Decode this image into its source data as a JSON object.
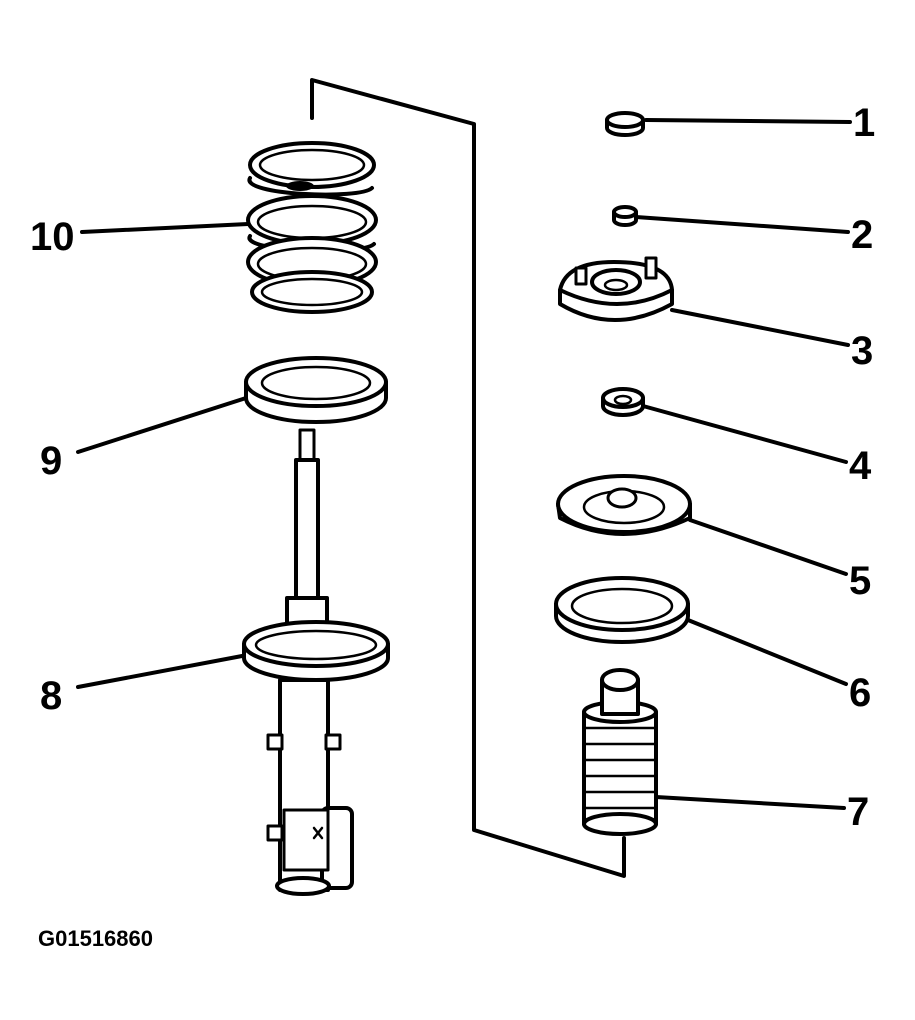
{
  "diagram": {
    "callouts": [
      {
        "number": "1",
        "part": "upper-nut"
      },
      {
        "number": "2",
        "part": "nut"
      },
      {
        "number": "3",
        "part": "strut-mount"
      },
      {
        "number": "4",
        "part": "bushing"
      },
      {
        "number": "5",
        "part": "spring-seat"
      },
      {
        "number": "6",
        "part": "upper-insulator"
      },
      {
        "number": "7",
        "part": "bumper-and-dust-boot"
      },
      {
        "number": "8",
        "part": "lower-spring-seat"
      },
      {
        "number": "9",
        "part": "lower-insulator"
      },
      {
        "number": "10",
        "part": "coil-spring"
      }
    ],
    "figure_code": "G01516860"
  }
}
